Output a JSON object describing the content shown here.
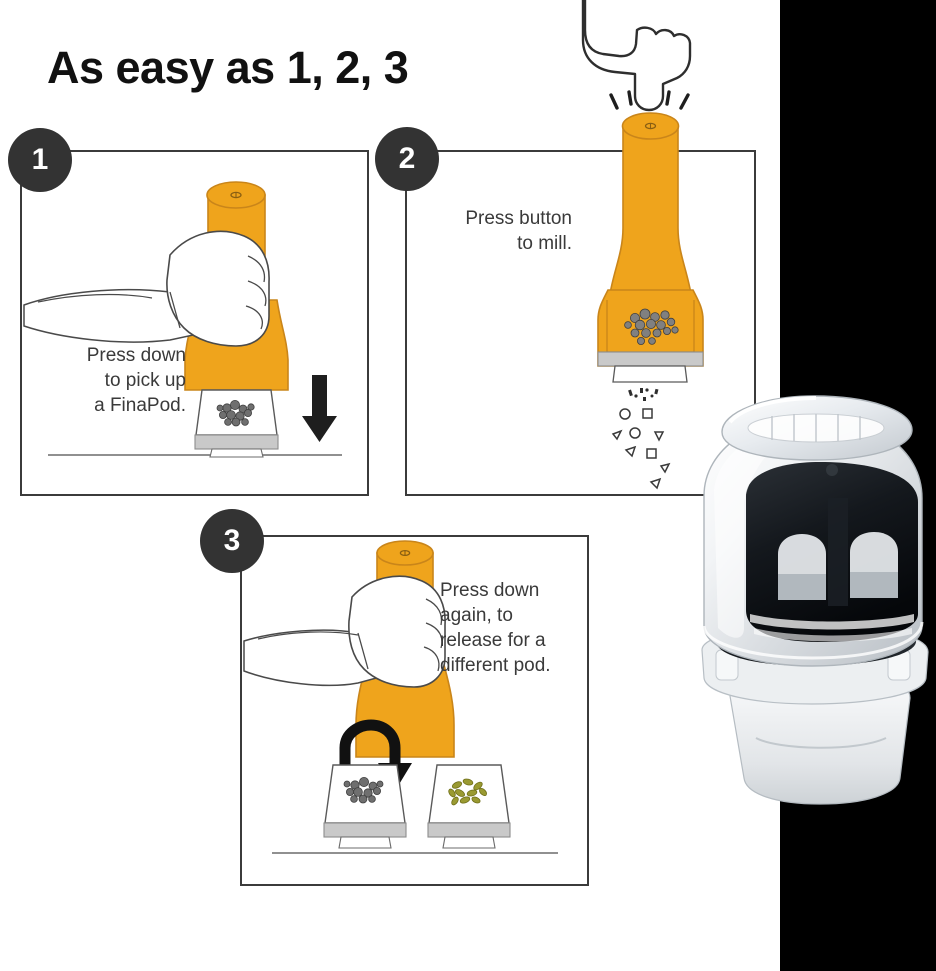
{
  "headline": "As easy as 1, 2, 3",
  "theme": {
    "device_orange": "#EFA41C",
    "device_orange_dark": "#C9851A",
    "badge_dark": "#333333",
    "caption_gray": "#3A3A3A",
    "panel_border": "#3B3B3B",
    "band_black": "#000000",
    "pod_gray": "#C9C9C9",
    "pepper_dark": "#4A4A4A",
    "herb_green": "#8A8A2E"
  },
  "steps": [
    {
      "number": "1",
      "caption": "Press down\nto pick up\na FinaPod.",
      "arrow": "down-arrow-icon",
      "pod_contents": "peppercorns"
    },
    {
      "number": "2",
      "caption": "Press button\nto mill.",
      "arrow": "pointing-finger-icon",
      "pod_contents": "peppercorns",
      "output": "milled-particles"
    },
    {
      "number": "3",
      "caption": "Press down\nagain, to\nrelease for a\ndifferent pod.",
      "arrow": "curved-release-arrow-icon",
      "pods": [
        "peppercorn-pod",
        "herb-pod"
      ]
    }
  ],
  "product_photo": {
    "label": "spice-mill-product-photo",
    "description": "clear-dome-grinder"
  }
}
